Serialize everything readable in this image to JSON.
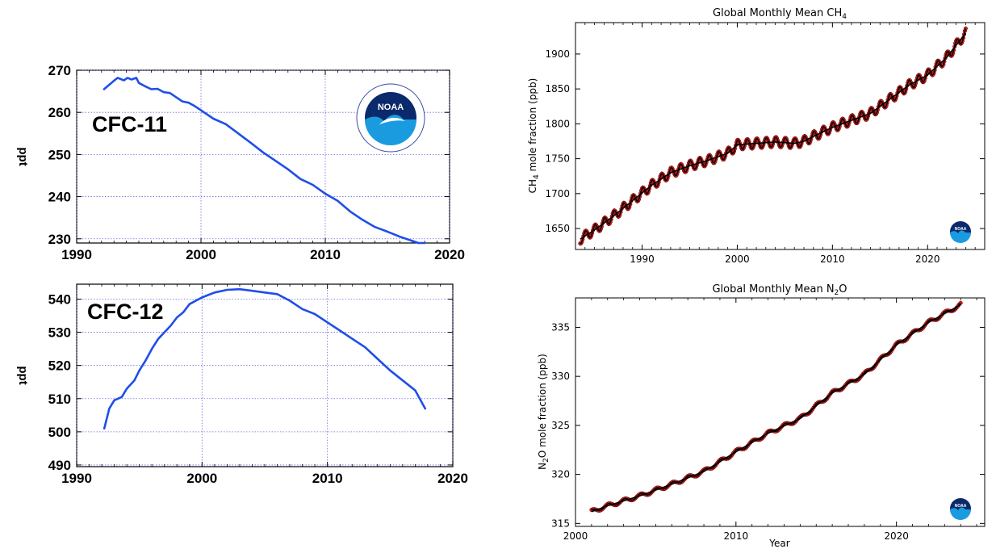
{
  "colors": {
    "cfc_line": "#1f4ee8",
    "cfc_label": "#1f4ee8",
    "grid": "#6a6ae0",
    "ghg_line": "#000000",
    "ghg_points": "#d62020",
    "noaa_blue": "#1a9be0",
    "noaa_navy": "#0a2a6c"
  },
  "noaa_logo_text": "NOAA",
  "chart_data": [
    {
      "id": "cfc11",
      "type": "line",
      "label": "CFC-11",
      "ylabel": "ppt",
      "xlim": [
        1990,
        2020
      ],
      "ylim": [
        229,
        270
      ],
      "xticks": [
        1990,
        2000,
        2010,
        2020
      ],
      "yticks": [
        230,
        240,
        250,
        260,
        270
      ],
      "grid": true,
      "series": [
        {
          "x": [
            1992.2,
            1993.0,
            1993.3,
            1993.8,
            1994.1,
            1994.4,
            1994.8,
            1995.0,
            1995.5,
            1996,
            1996.5,
            1997,
            1997.5,
            1998,
            1998.5,
            1999,
            1999.5,
            2000,
            2001,
            2002,
            2003,
            2004,
            2005,
            2006,
            2007,
            2008,
            2009,
            2010,
            2011,
            2012,
            2013,
            2014,
            2015,
            2016,
            2017,
            2017.5,
            2018
          ],
          "y": [
            265.5,
            267.5,
            268.2,
            267.6,
            268.2,
            267.8,
            268.2,
            267.0,
            266.2,
            265.5,
            265.6,
            264.8,
            264.6,
            263.6,
            262.6,
            262.3,
            261.5,
            260.5,
            258.5,
            257.2,
            255.0,
            252.8,
            250.5,
            248.5,
            246.5,
            244.2,
            242.8,
            240.7,
            239.0,
            236.5,
            234.5,
            232.8,
            231.7,
            230.5,
            229.5,
            229.0,
            229.0
          ]
        }
      ]
    },
    {
      "id": "cfc12",
      "type": "line",
      "label": "CFC-12",
      "ylabel": "ppt",
      "xlim": [
        1990,
        2020
      ],
      "ylim": [
        489.5,
        544.5
      ],
      "xticks": [
        1990,
        2000,
        2010,
        2020
      ],
      "yticks": [
        490,
        500,
        510,
        520,
        530,
        540
      ],
      "grid": true,
      "series": [
        {
          "x": [
            1992.2,
            1992.6,
            1993.0,
            1993.6,
            1994.0,
            1994.6,
            1995.0,
            1995.5,
            1996,
            1996.5,
            1997,
            1997.5,
            1998,
            1998.5,
            1999,
            1999.5,
            2000,
            2001,
            2002,
            2003,
            2004,
            2005,
            2006,
            2007,
            2008,
            2009,
            2010,
            2011,
            2012,
            2013,
            2014,
            2015,
            2016,
            2017,
            2017.8
          ],
          "y": [
            501,
            507,
            509.5,
            510.5,
            513,
            515.5,
            518.5,
            521.5,
            525,
            528,
            530,
            532,
            534.5,
            536,
            538.5,
            539.5,
            540.5,
            542,
            542.8,
            543,
            542.5,
            542,
            541.5,
            539.5,
            537,
            535.5,
            533,
            530.5,
            528,
            525.5,
            522,
            518.5,
            515.5,
            512.5,
            507
          ]
        }
      ]
    },
    {
      "id": "ch4",
      "type": "line",
      "title": "Global Monthly Mean CH",
      "title_sub": "4",
      "ylabel": "CH",
      "ylabel_sub": "4",
      "ylabel_rest": " mole fraction (ppb)",
      "xlim": [
        1983,
        2026
      ],
      "ylim": [
        1620,
        1945
      ],
      "xticks": [
        1990,
        2000,
        2010,
        2020
      ],
      "yticks": [
        1650,
        1700,
        1750,
        1800,
        1850,
        1900
      ],
      "grid": false,
      "trend": {
        "x": [
          1983.5,
          1985,
          1987,
          1989,
          1991,
          1993,
          1995,
          1997,
          1999,
          2000,
          2002,
          2004,
          2006,
          2007,
          2008,
          2010,
          2012,
          2014,
          2016,
          2018,
          2020,
          2022,
          2024
        ],
        "y": [
          1635,
          1648,
          1668,
          1690,
          1712,
          1730,
          1740,
          1748,
          1758,
          1770,
          1772,
          1774,
          1772,
          1775,
          1782,
          1795,
          1805,
          1815,
          1835,
          1855,
          1870,
          1895,
          1930
        ]
      },
      "seasonal_amplitude": 7
    },
    {
      "id": "n2o",
      "type": "line",
      "title": "Global Monthly Mean N",
      "title_sub": "2",
      "title_rest": "O",
      "ylabel": "N",
      "ylabel_sub": "2",
      "ylabel_rest": "O mole fraction (ppb)",
      "xlabel": "Year",
      "xlim": [
        2000,
        2025.5
      ],
      "ylim": [
        314.7,
        338
      ],
      "xticks": [
        2000,
        2010,
        2020
      ],
      "yticks": [
        315,
        320,
        325,
        330,
        335
      ],
      "grid": false,
      "trend": {
        "x": [
          2001,
          2002,
          2004,
          2006,
          2008,
          2010,
          2012,
          2014,
          2016,
          2018,
          2020,
          2022,
          2024
        ],
        "y": [
          316.2,
          316.8,
          317.8,
          319.0,
          320.3,
          322.3,
          324.2,
          325.7,
          328.3,
          330.2,
          333.2,
          335.5,
          337.3
        ]
      },
      "seasonal_amplitude": 0.2
    }
  ]
}
